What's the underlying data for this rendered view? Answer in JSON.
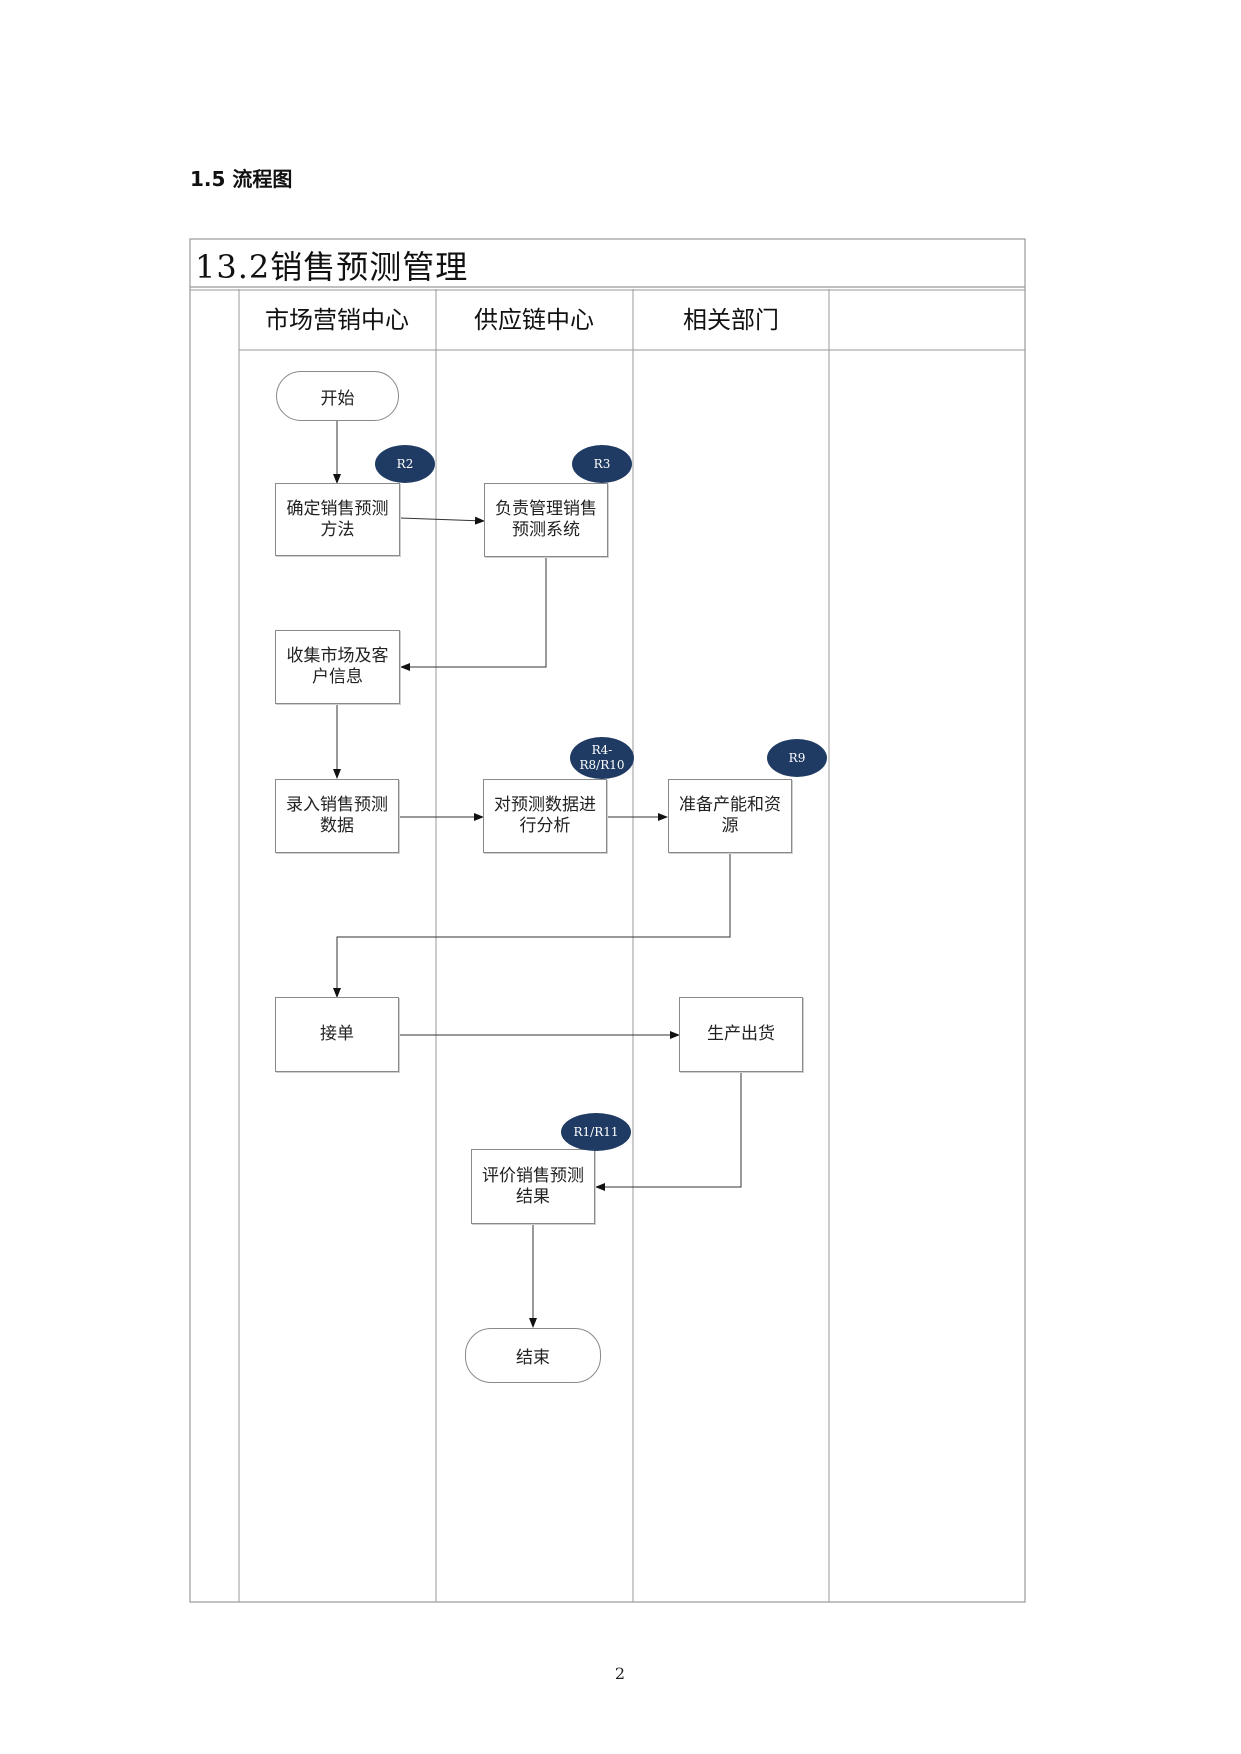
{
  "section_title": "1.5 流程图",
  "diagram": {
    "title": "13.2销售预测管理",
    "lanes": [
      "市场营销中心",
      "供应链中心",
      "相关部门",
      ""
    ],
    "nodes": {
      "start": "开始",
      "determine_method": "确定销售预测方法",
      "manage_system": "负责管理销售预测系统",
      "collect_info": "收集市场及客户信息",
      "enter_data": "录入销售预测数据",
      "analyze_data": "对预测数据进行分析",
      "prepare_capacity": "准备产能和资源",
      "receive_order": "接单",
      "produce_ship": "生产出货",
      "evaluate_result": "评价销售预测结果",
      "end": "结束"
    },
    "badges": {
      "r2": "R2",
      "r3": "R3",
      "r4_line1": "R4-",
      "r4_line2": "R8/R10",
      "r9": "R9",
      "r1_r11": "R1/R11"
    }
  },
  "page_number": "2"
}
